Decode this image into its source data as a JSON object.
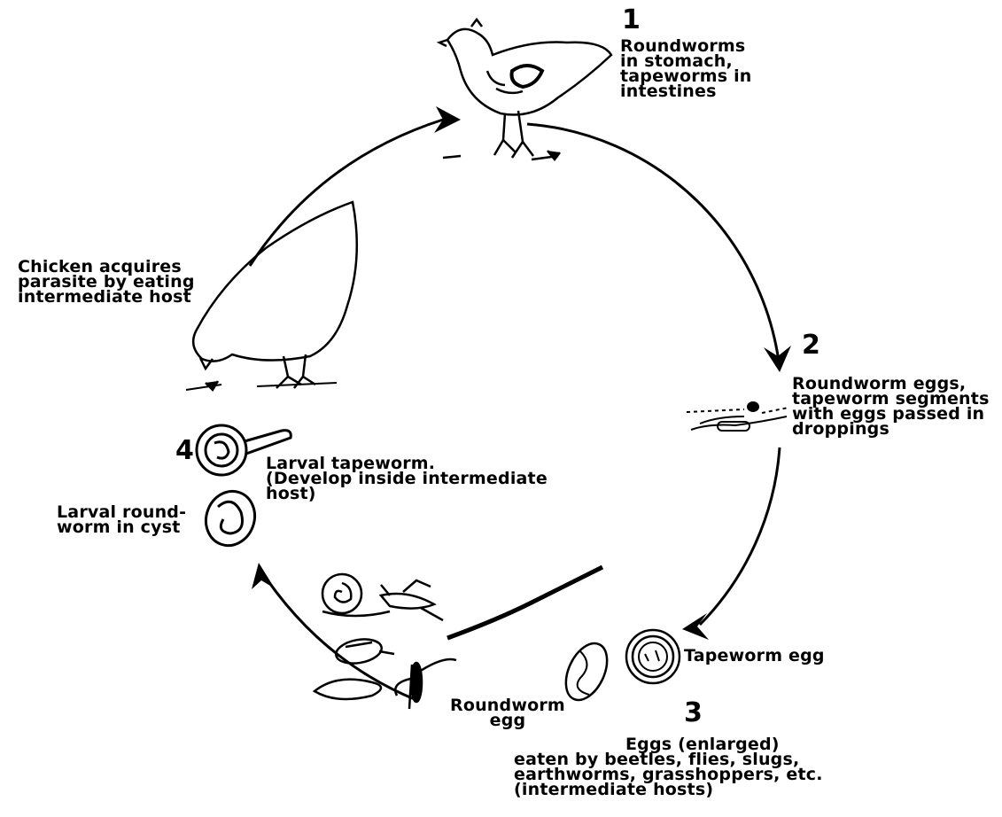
{
  "steps": [
    {
      "number": "1",
      "lines": [
        "Roundworms",
        "in  stomach,",
        "tapeworms in",
        "intestines"
      ]
    },
    {
      "number": "2",
      "lines": [
        "Roundworm eggs,",
        "tapeworm segments",
        "with eggs passed in",
        "droppings"
      ]
    },
    {
      "number": "3",
      "lines": [
        "Eggs (enlarged)",
        "eaten by beetles, flies, slugs,",
        "earthworms, grasshoppers, etc.",
        "(intermediate hosts)"
      ]
    },
    {
      "number": "4",
      "lines": [
        "Larval tapeworm.",
        "(Develop inside intermediate",
        "host)"
      ]
    }
  ],
  "labels": {
    "acquire": [
      "Chicken acquires",
      "parasite by eating",
      "intermediate host"
    ],
    "larval_roundworm": [
      "Larval round-",
      "worm in cyst"
    ],
    "tapeworm_egg": "Tapeworm egg",
    "roundworm_egg": [
      "Roundworm",
      "egg"
    ]
  }
}
